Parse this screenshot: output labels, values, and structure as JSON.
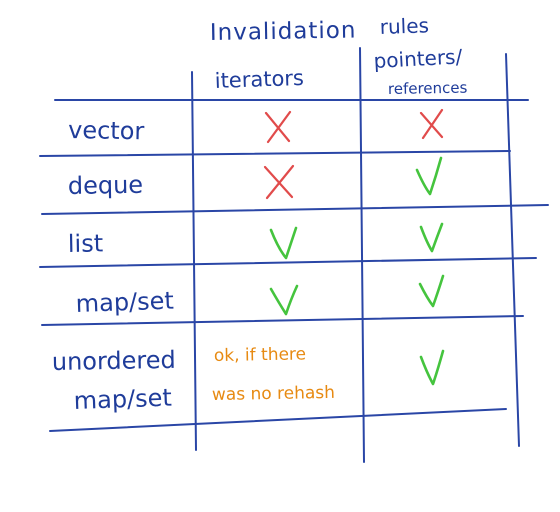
{
  "title": {
    "line1": "Invalidation",
    "line2": "rules"
  },
  "headers": {
    "iterators": "iterators",
    "pointers_line1": "pointers/",
    "pointers_line2": "references"
  },
  "rows": [
    {
      "name": "vector",
      "iterators": "x",
      "pointers": "x"
    },
    {
      "name": "deque",
      "iterators": "x",
      "pointers": "check"
    },
    {
      "name": "list",
      "iterators": "check",
      "pointers": "check"
    },
    {
      "name": "map/set",
      "iterators": "check",
      "pointers": "check"
    },
    {
      "name_line1": "unordered",
      "name_line2": "map/set",
      "iterators_note_line1": "ok, if there",
      "iterators_note_line2": "was no rehash",
      "pointers": "check"
    }
  ],
  "colors": {
    "ink": "#2a46a6",
    "cross": "#e14b4b",
    "check": "#45c43e",
    "note": "#e78a12"
  }
}
